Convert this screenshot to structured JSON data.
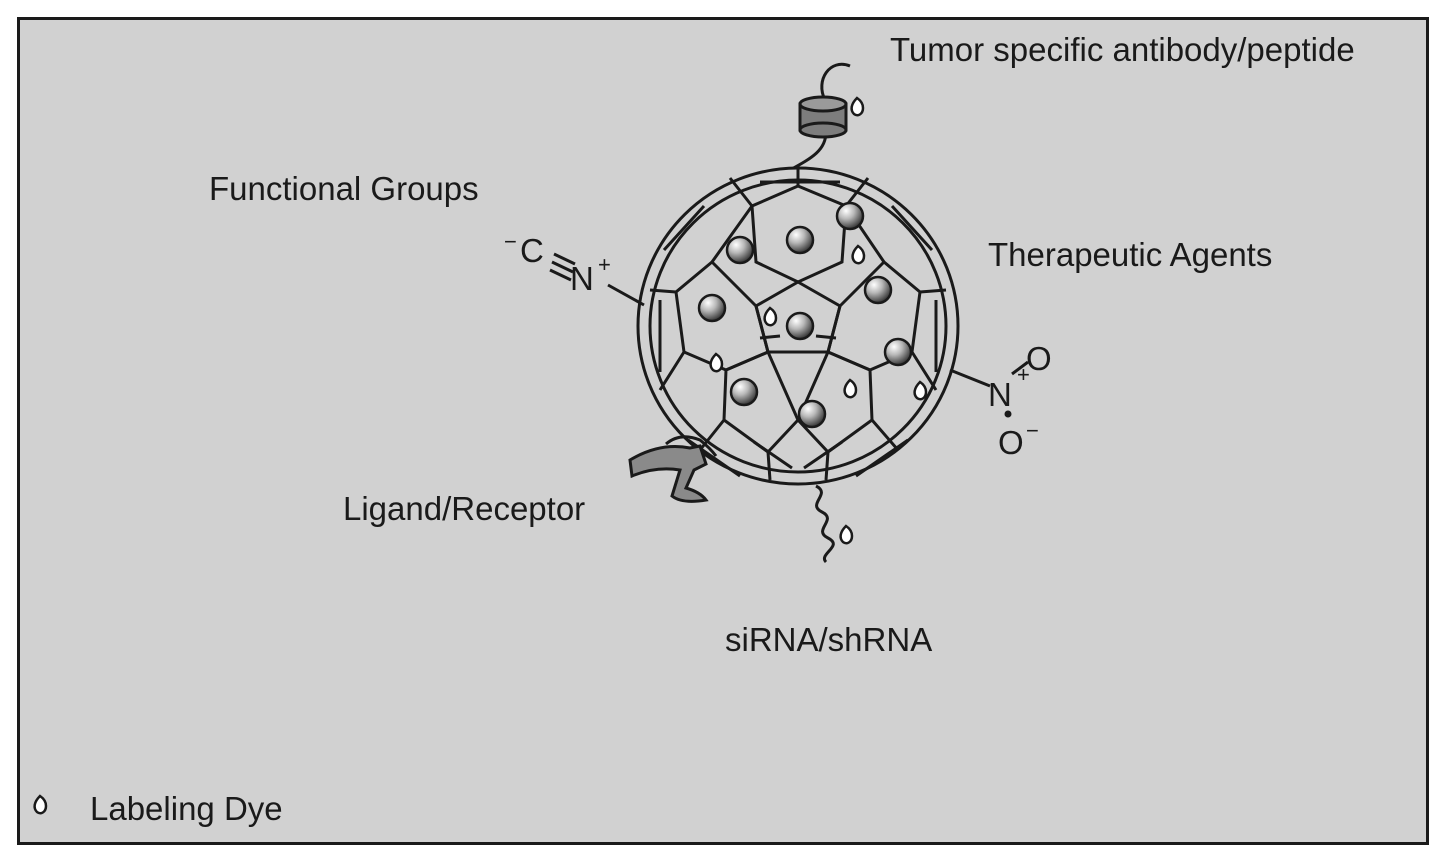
{
  "labels": {
    "antibody": "Tumor specific antibody/peptide",
    "functional": "Functional Groups",
    "therapeutic": "Therapeutic Agents",
    "ligand": "Ligand/Receptor",
    "sirna": "siRNA/shRNA",
    "dye": "Labeling Dye"
  },
  "chem": {
    "isocyanide": {
      "minus": "−",
      "c": "C",
      "n": "N",
      "plus": "+"
    },
    "nitro": {
      "n": "N",
      "plus": "+",
      "o_top": "O",
      "o_bottom": "O",
      "minus": "−"
    }
  },
  "colors": {
    "background": "#d1d1d1",
    "ink": "#1a1a1a",
    "antibody": "#7d7d7d",
    "ligand": "#8a8a8a"
  }
}
